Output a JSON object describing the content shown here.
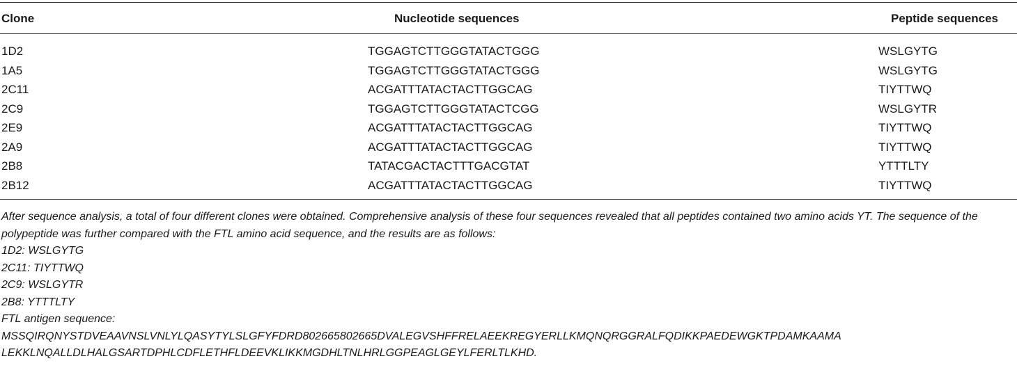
{
  "table": {
    "headers": {
      "clone": "Clone",
      "nucleotide": "Nucleotide sequences",
      "peptide": "Peptide sequences"
    },
    "rows": [
      {
        "clone": "1D2",
        "nucleotide": "TGGAGTCTTGGGTATACTGGG",
        "peptide": "WSLGYTG"
      },
      {
        "clone": "1A5",
        "nucleotide": "TGGAGTCTTGGGTATACTGGG",
        "peptide": "WSLGYTG"
      },
      {
        "clone": "2C11",
        "nucleotide": "ACGATTTATACTACTTGGCAG",
        "peptide": "TIYTTWQ"
      },
      {
        "clone": "2C9",
        "nucleotide": "TGGAGTCTTGGGTATACTCGG",
        "peptide": "WSLGYTR"
      },
      {
        "clone": "2E9",
        "nucleotide": "ACGATTTATACTACTTGGCAG",
        "peptide": "TIYTTWQ"
      },
      {
        "clone": "2A9",
        "nucleotide": "ACGATTTATACTACTTGGCAG",
        "peptide": "TIYTTWQ"
      },
      {
        "clone": "2B8",
        "nucleotide": "TATACGACTACTTTGACGTAT",
        "peptide": "YTTTLTY"
      },
      {
        "clone": "2B12",
        "nucleotide": "ACGATTTATACTACTTGGCAG",
        "peptide": "TIYTTWQ"
      }
    ]
  },
  "footnote": {
    "paragraph": "After sequence analysis, a total of four different clones were obtained. Comprehensive analysis of these four sequences revealed that all peptides contained two amino acids YT. The sequence of the polypeptide was further compared with the FTL amino acid sequence, and the results are as follows:",
    "lines": [
      "1D2: WSLGYTG",
      "2C11: TIYTTWQ",
      "2C9: WSLGYTR",
      "2B8: YTTTLTY",
      "FTL antigen sequence:"
    ],
    "sequence_line1": "MSSQIRQNYSTDVEAAVNSLVNLYLQASYTYLSLGFYFDRD802665802665DVALEGVSHFFRELAEEKREGYERLLKMQNQRGGRALFQDIKKPAEDEWGKTPDAMKAAMA",
    "sequence_line2": "LEKKLNQALLDLHALGSARTDPHLCDFLETHFLDEEVKLIKKMGDHLTNLHRLGGPEAGLGEYLFERLTLKHD."
  }
}
